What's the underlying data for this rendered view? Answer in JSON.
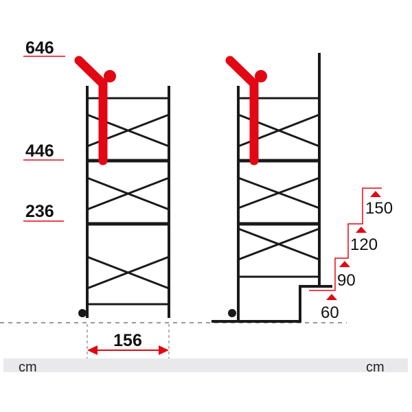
{
  "heights": {
    "working": "646",
    "platform": "446",
    "lower": "236"
  },
  "width_label": "156",
  "step_heights": [
    "60",
    "90",
    "120",
    "150"
  ],
  "units": {
    "left": "cm",
    "right": "cm"
  },
  "colors": {
    "accent": "#e30613",
    "frame": "#1a1a1a",
    "bar": "#e9e9eb"
  }
}
